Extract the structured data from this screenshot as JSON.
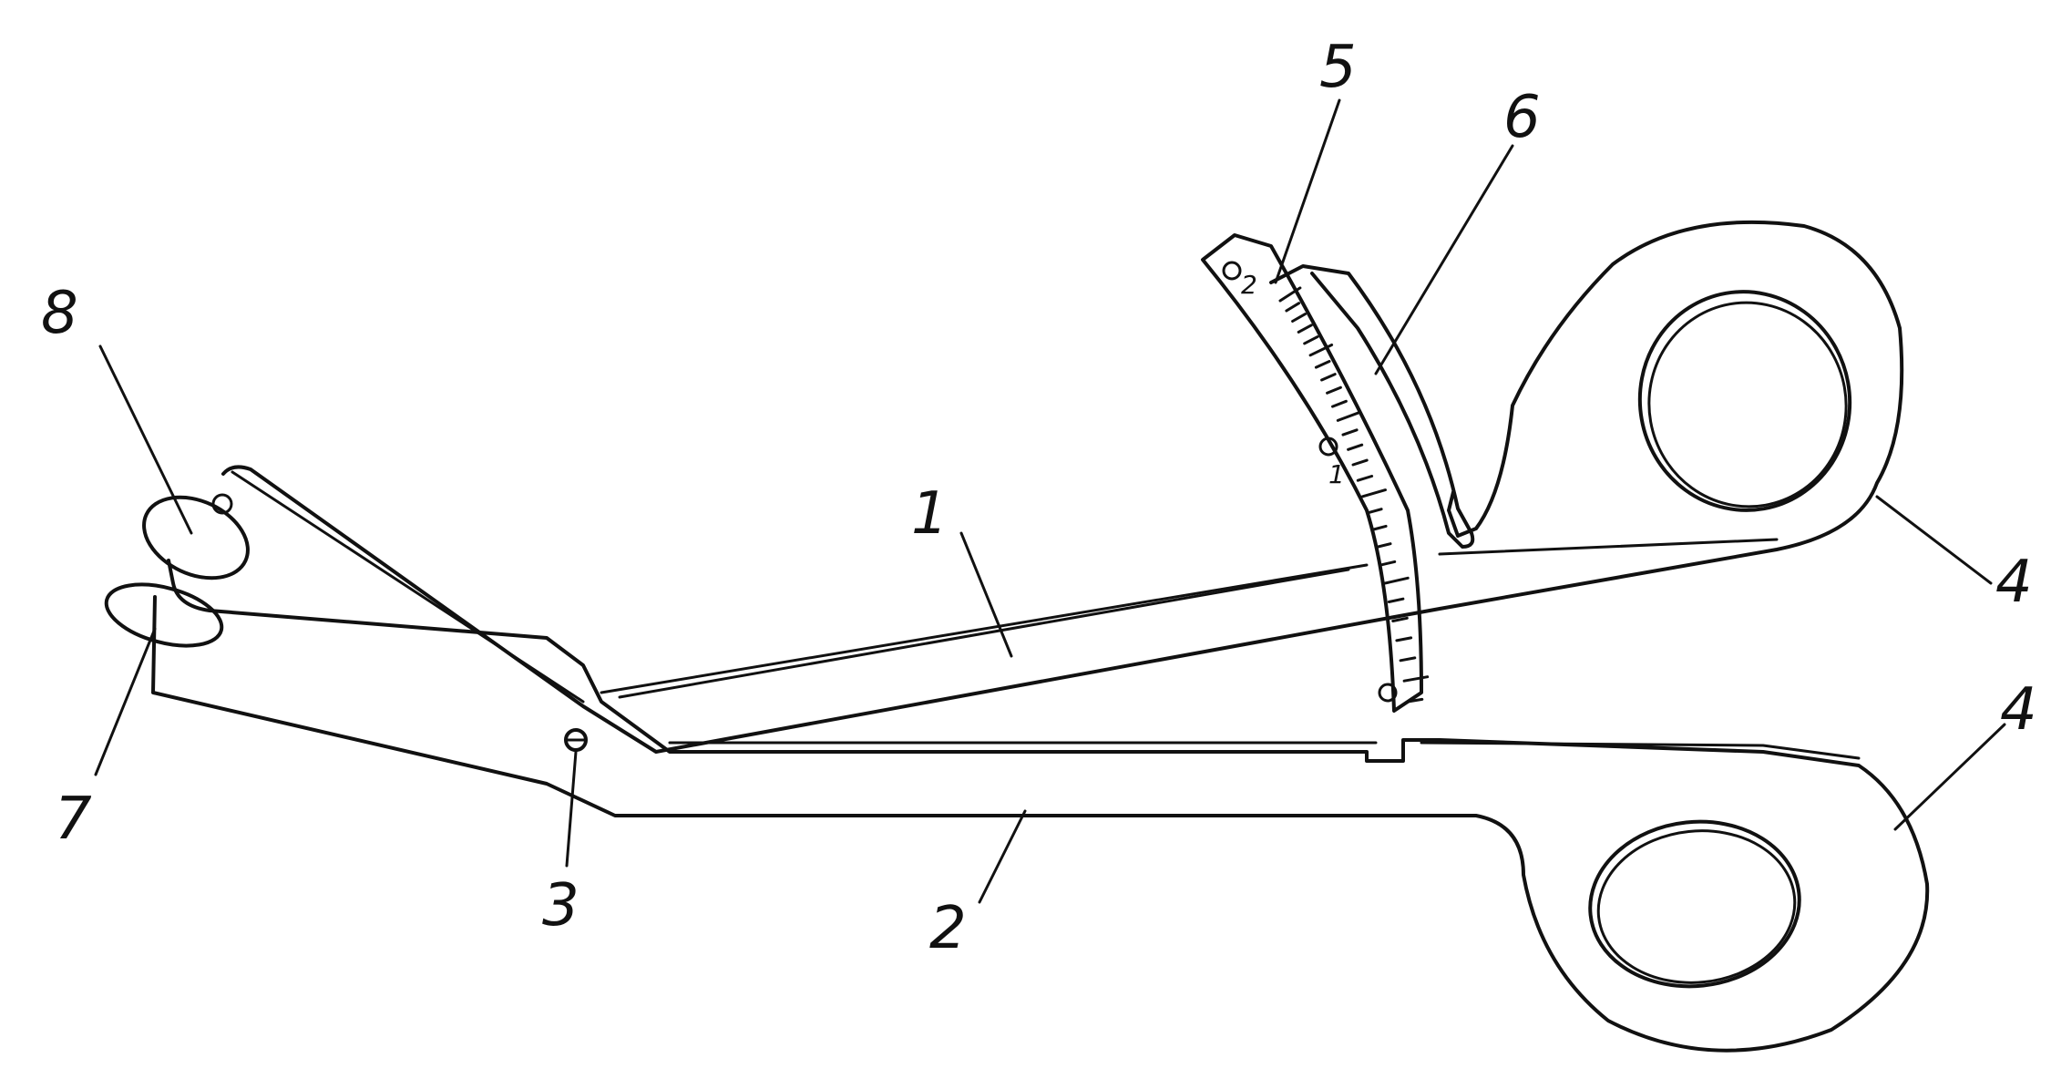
{
  "callouts": [
    {
      "id": "1",
      "text": "1"
    },
    {
      "id": "2",
      "text": "2"
    },
    {
      "id": "3",
      "text": "3"
    },
    {
      "id": "4a",
      "text": "4"
    },
    {
      "id": "4b",
      "text": "4"
    },
    {
      "id": "5",
      "text": "5"
    },
    {
      "id": "6",
      "text": "6"
    },
    {
      "id": "7",
      "text": "7"
    },
    {
      "id": "8",
      "text": "8"
    }
  ],
  "scale": {
    "upper_mark": "2",
    "middle_mark": "1"
  }
}
